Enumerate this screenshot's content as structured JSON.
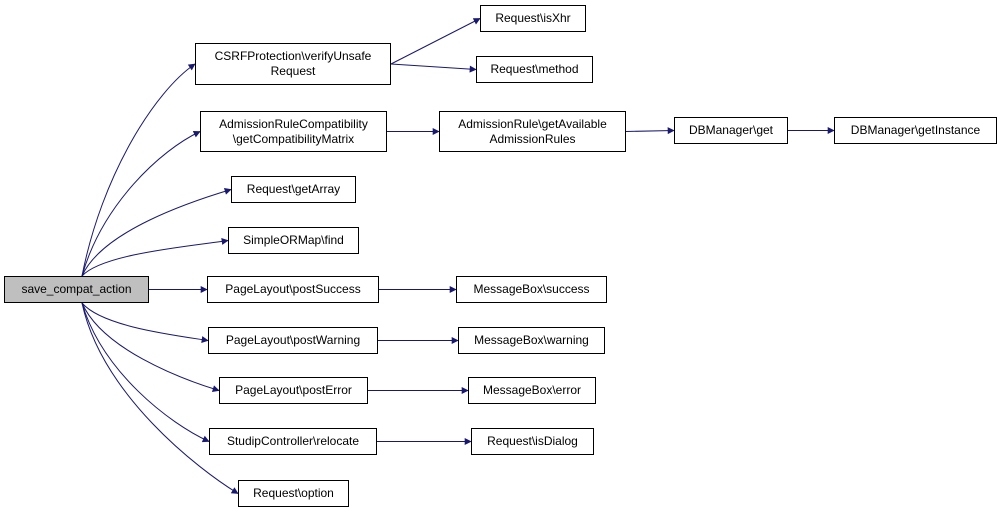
{
  "diagram": {
    "colors": {
      "edge": "#191970",
      "node_border": "#000000",
      "node_fill": "#ffffff",
      "root_fill": "#bfbfbf"
    },
    "nodes": [
      {
        "id": "save_compat_action",
        "label": "save_compat_action",
        "root": true
      },
      {
        "id": "csrf",
        "label": "CSRFProtection\\verifyUnsafe\nRequest"
      },
      {
        "id": "arc",
        "label": "AdmissionRuleCompatibility\n\\getCompatibilityMatrix"
      },
      {
        "id": "getArray",
        "label": "Request\\getArray"
      },
      {
        "id": "find",
        "label": "SimpleORMap\\find"
      },
      {
        "id": "postSuccess",
        "label": "PageLayout\\postSuccess"
      },
      {
        "id": "postWarning",
        "label": "PageLayout\\postWarning"
      },
      {
        "id": "postError",
        "label": "PageLayout\\postError"
      },
      {
        "id": "relocate",
        "label": "StudipController\\relocate"
      },
      {
        "id": "option",
        "label": "Request\\option"
      },
      {
        "id": "isXhr",
        "label": "Request\\isXhr"
      },
      {
        "id": "method",
        "label": "Request\\method"
      },
      {
        "id": "arga",
        "label": "AdmissionRule\\getAvailable\nAdmissionRules"
      },
      {
        "id": "dbget",
        "label": "DBManager\\get"
      },
      {
        "id": "dbinst",
        "label": "DBManager\\getInstance"
      },
      {
        "id": "mbSuccess",
        "label": "MessageBox\\success"
      },
      {
        "id": "mbWarning",
        "label": "MessageBox\\warning"
      },
      {
        "id": "mbError",
        "label": "MessageBox\\error"
      },
      {
        "id": "isDialog",
        "label": "Request\\isDialog"
      }
    ],
    "edges": [
      {
        "from": "save_compat_action",
        "to": "csrf"
      },
      {
        "from": "save_compat_action",
        "to": "arc"
      },
      {
        "from": "save_compat_action",
        "to": "getArray"
      },
      {
        "from": "save_compat_action",
        "to": "find"
      },
      {
        "from": "save_compat_action",
        "to": "postSuccess"
      },
      {
        "from": "save_compat_action",
        "to": "postWarning"
      },
      {
        "from": "save_compat_action",
        "to": "postError"
      },
      {
        "from": "save_compat_action",
        "to": "relocate"
      },
      {
        "from": "save_compat_action",
        "to": "option"
      },
      {
        "from": "csrf",
        "to": "isXhr"
      },
      {
        "from": "csrf",
        "to": "method"
      },
      {
        "from": "arc",
        "to": "arga"
      },
      {
        "from": "arga",
        "to": "dbget"
      },
      {
        "from": "dbget",
        "to": "dbinst"
      },
      {
        "from": "postSuccess",
        "to": "mbSuccess"
      },
      {
        "from": "postWarning",
        "to": "mbWarning"
      },
      {
        "from": "postError",
        "to": "mbError"
      },
      {
        "from": "relocate",
        "to": "isDialog"
      }
    ]
  }
}
